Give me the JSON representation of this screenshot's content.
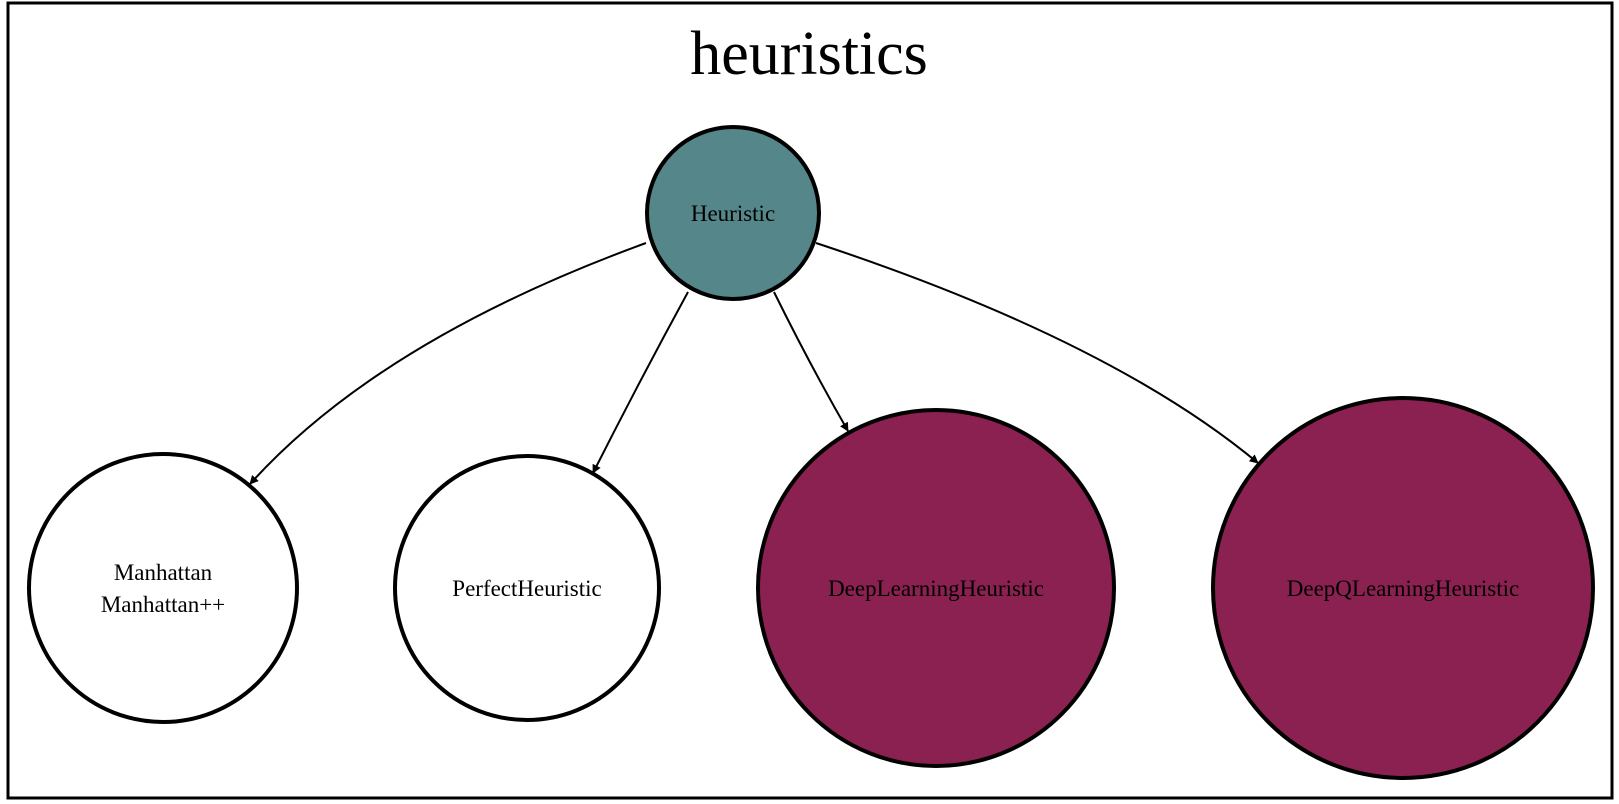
{
  "diagram": {
    "title": "heuristics",
    "colors": {
      "root_fill": "#558689",
      "leaf_plain_fill": "#ffffff",
      "leaf_highlight_fill": "#8b2150",
      "stroke": "#000000"
    },
    "nodes": [
      {
        "id": "heuristic",
        "lines": [
          "Heuristic"
        ],
        "style": "root"
      },
      {
        "id": "manhattan",
        "lines": [
          "Manhattan",
          "Manhattan++"
        ],
        "style": "plain"
      },
      {
        "id": "perfect",
        "lines": [
          "PerfectHeuristic"
        ],
        "style": "plain"
      },
      {
        "id": "deep-learning",
        "lines": [
          "DeepLearningHeuristic"
        ],
        "style": "highlight"
      },
      {
        "id": "deep-q-learning",
        "lines": [
          "DeepQLearningHeuristic"
        ],
        "style": "highlight"
      }
    ],
    "edges": [
      {
        "from": "heuristic",
        "to": "manhattan"
      },
      {
        "from": "heuristic",
        "to": "perfect"
      },
      {
        "from": "heuristic",
        "to": "deep-learning"
      },
      {
        "from": "heuristic",
        "to": "deep-q-learning"
      }
    ]
  }
}
